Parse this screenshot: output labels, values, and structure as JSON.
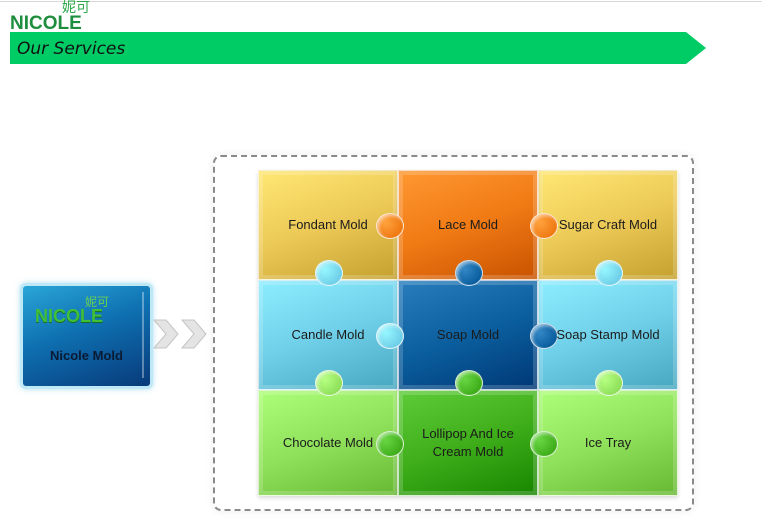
{
  "header": {
    "logo_text": "NICOLE",
    "logo_cn": "妮可",
    "section_title": "Our Services",
    "banner_color": "#00cc66"
  },
  "source_box": {
    "logo_text": "NICOLE",
    "logo_cn": "妮可",
    "label": "Nicole Mold"
  },
  "services": [
    {
      "label": "Fondant Mold",
      "color": "#ecc956",
      "row": 0,
      "col": 0
    },
    {
      "label": "Lace Mold",
      "color": "#f07a14",
      "row": 0,
      "col": 1
    },
    {
      "label": "Sugar Craft Mold",
      "color": "#ecc956",
      "row": 0,
      "col": 2
    },
    {
      "label": "Candle Mold",
      "color": "#6fcfe8",
      "row": 1,
      "col": 0
    },
    {
      "label": "Soap Mold",
      "color": "#0b5f9e",
      "row": 1,
      "col": 1
    },
    {
      "label": "Soap Stamp Mold",
      "color": "#6fcfe8",
      "row": 1,
      "col": 2
    },
    {
      "label": "Chocolate Mold",
      "color": "#8fe05a",
      "row": 2,
      "col": 0
    },
    {
      "label": "Lollipop And Ice Cream Mold",
      "color": "#3fae1a",
      "row": 2,
      "col": 1
    },
    {
      "label": "Ice Tray",
      "color": "#8fe05a",
      "row": 2,
      "col": 2
    }
  ]
}
